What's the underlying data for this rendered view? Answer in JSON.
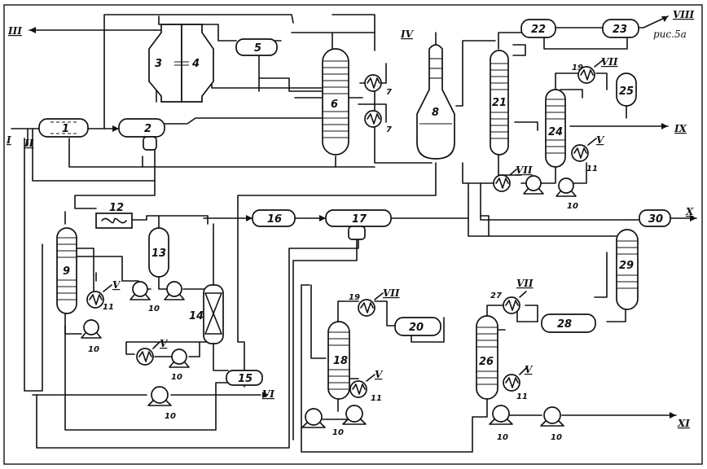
{
  "caption": "рис.5а",
  "streams": {
    "s_I": "I",
    "s_II": "II",
    "s_III": "III",
    "s_IV": "IV",
    "s_V": "V",
    "s_VI": "VI",
    "s_VII": "VII",
    "s_VIII": "VIII",
    "s_IX": "IX",
    "s_X": "X",
    "s_XI": "XI"
  },
  "units": {
    "u1": "1",
    "u2": "2",
    "u3": "3",
    "u4": "4",
    "u5": "5",
    "u6": "6",
    "u7": "7",
    "u8": "8",
    "u9": "9",
    "u10": "10",
    "u11": "11",
    "u12": "12",
    "u13": "13",
    "u14": "14",
    "u15": "15",
    "u16": "16",
    "u17": "17",
    "u18": "18",
    "u19": "19",
    "u20": "20",
    "u21": "21",
    "u22": "22",
    "u23": "23",
    "u24": "24",
    "u25": "25",
    "u26": "26",
    "u27": "27",
    "u28": "28",
    "u29": "29",
    "u30": "30"
  }
}
